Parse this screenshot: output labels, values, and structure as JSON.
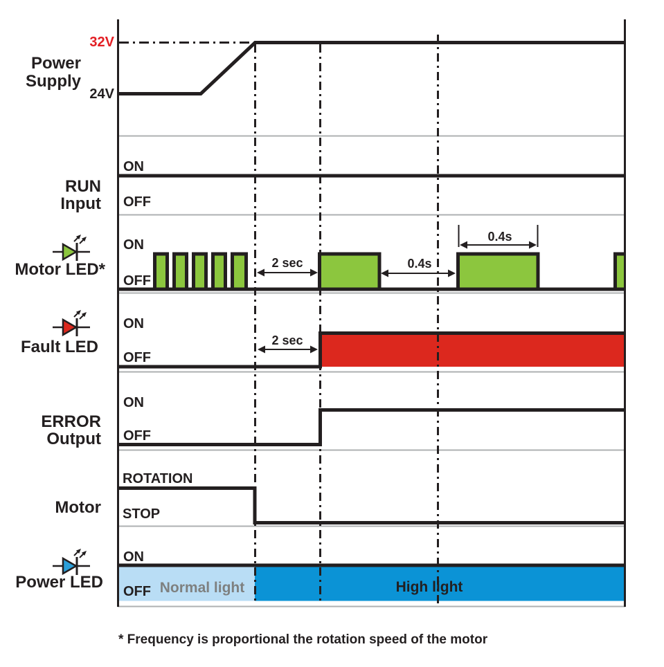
{
  "colors": {
    "signal_black": "#231f20",
    "separator_gray": "#aeb0b2",
    "motor_green": "#8cc63e",
    "fault_red": "#dc281e",
    "power_blue_high": "#0b93d6",
    "power_blue_normal": "#b9ddf5",
    "led_blue": "#2b9fd9",
    "accent_red_text": "#e31e24",
    "normal_light_text": "#7e8080"
  },
  "rows": [
    {
      "id": "power-supply",
      "label_lines": [
        "Power",
        "Supply"
      ],
      "level_high": "32V",
      "level_low": "24V"
    },
    {
      "id": "run-input",
      "label_lines": [
        "RUN",
        "Input"
      ],
      "level_high": "ON",
      "level_low": "OFF"
    },
    {
      "id": "motor-led",
      "label": "Motor LED*",
      "level_high": "ON",
      "level_low": "OFF",
      "led_color_name": "green"
    },
    {
      "id": "fault-led",
      "label": "Fault LED",
      "level_high": "ON",
      "level_low": "OFF",
      "led_color_name": "red"
    },
    {
      "id": "error-output",
      "label_lines": [
        "ERROR",
        "Output"
      ],
      "level_high": "ON",
      "level_low": "OFF"
    },
    {
      "id": "motor",
      "label": "Motor",
      "level_high": "ROTATION",
      "level_low": "STOP"
    },
    {
      "id": "power-led",
      "label": "Power LED",
      "level_high": "ON",
      "level_low": "OFF",
      "led_color_name": "blue"
    }
  ],
  "annotations": {
    "motor_led_delay": "2 sec",
    "fault_led_delay": "2 sec",
    "blink_off_time": "0.4s",
    "blink_on_time": "0.4s",
    "normal_light": "Normal light",
    "high_light": "High light"
  },
  "footnote": "* Frequency is proportional the rotation speed of the motor",
  "chart_data": {
    "type": "timing-diagram",
    "x_axis": "time (unlabeled)",
    "signals": [
      {
        "name": "Power Supply",
        "levels": [
          "24V",
          "32V"
        ],
        "waveform": "starts flat at 24V, ramps up to 32V, then stays at 32V to the end; 32V threshold shown as dash-dot reference line"
      },
      {
        "name": "RUN Input",
        "levels": [
          "OFF",
          "ON"
        ],
        "waveform": "ON for the entire duration"
      },
      {
        "name": "Motor LED",
        "levels": [
          "OFF",
          "ON"
        ],
        "waveform": "fast blinking (5 short pulses) while motor rotates; blank for 2 sec after supply reaches 32V; then slow blinking with 0.4s ON and 0.4s OFF periods"
      },
      {
        "name": "Fault LED",
        "levels": [
          "OFF",
          "ON"
        ],
        "waveform": "OFF; turns ON 2 sec after supply reaches 32V and stays ON (solid red) to the end"
      },
      {
        "name": "ERROR Output",
        "levels": [
          "OFF",
          "ON"
        ],
        "waveform": "OFF; switches ON at the same moment the Fault LED turns ON and stays ON"
      },
      {
        "name": "Motor",
        "levels": [
          "STOP",
          "ROTATION"
        ],
        "waveform": "ROTATION; drops to STOP when the supply reaches 32V"
      },
      {
        "name": "Power LED",
        "levels": [
          "OFF",
          "ON"
        ],
        "waveform": "ON for the entire duration; normal light while supply is 24V, high light after supply reaches 32V"
      }
    ],
    "time_annotations": [
      "2 sec delay before slow blink",
      "0.4s OFF time",
      "0.4s ON time",
      "2 sec delay before Fault LED ON"
    ],
    "vertical_reference_lines": 3
  }
}
